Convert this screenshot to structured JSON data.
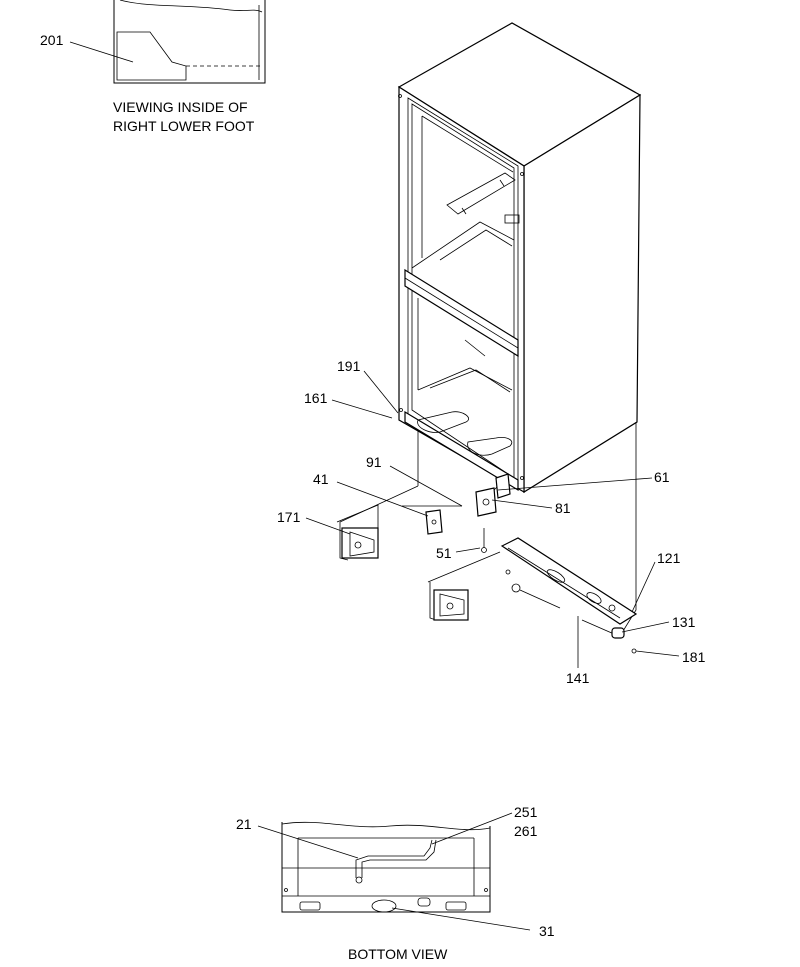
{
  "captions": {
    "inset_line1": "VIEWING INSIDE OF",
    "inset_line2": "RIGHT LOWER FOOT",
    "bottom_view": "BOTTOM VIEW"
  },
  "callouts": {
    "c201": "201",
    "c191": "191",
    "c161": "161",
    "c91": "91",
    "c41": "41",
    "c171": "171",
    "c61": "61",
    "c81": "81",
    "c51": "51",
    "c121": "121",
    "c131": "131",
    "c181": "181",
    "c141": "141",
    "c21": "21",
    "c251": "251",
    "c261": "261",
    "c31": "31"
  }
}
